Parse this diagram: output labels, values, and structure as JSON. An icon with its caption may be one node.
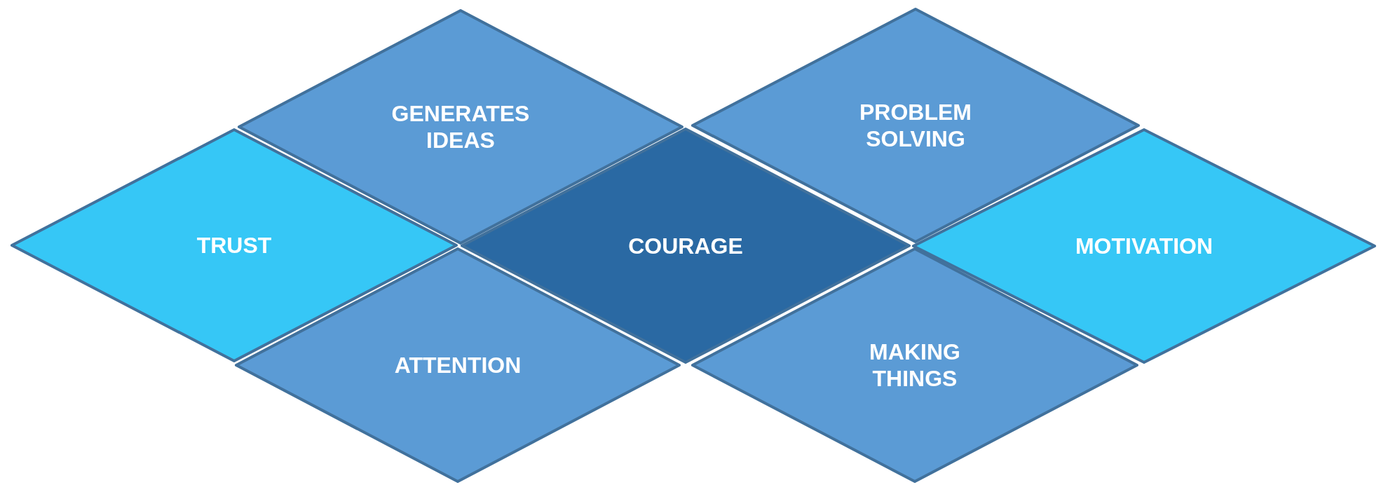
{
  "diagram": {
    "nodes": [
      {
        "text": [
          "GENERATES IDEAS"
        ]
      },
      {
        "text": [
          "PROBLEM SOLVING"
        ]
      },
      {
        "text": [
          "TRUST"
        ]
      },
      {
        "text": [
          "COURAGE"
        ]
      },
      {
        "text": [
          "MOTIVATION"
        ]
      },
      {
        "text": [
          "ATTENTION"
        ]
      },
      {
        "text": [
          "MAKING THINGS"
        ]
      }
    ]
  }
}
